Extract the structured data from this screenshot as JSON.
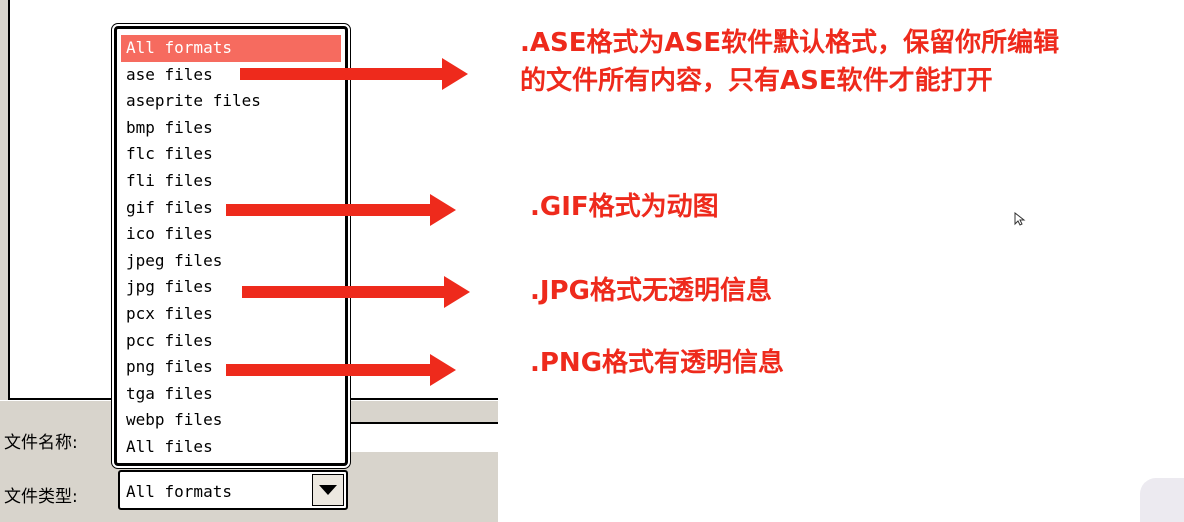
{
  "dialog": {
    "filename_label": "文件名称:",
    "filetype_label": "文件类型:",
    "filetype_value": "All formats"
  },
  "format_list": {
    "selected_index": 0,
    "items": [
      "All formats",
      "ase files",
      "aseprite files",
      "bmp files",
      "flc files",
      "fli files",
      "gif files",
      "ico files",
      "jpeg files",
      "jpg files",
      "pcx files",
      "pcc files",
      "png files",
      "tga files",
      "webp files",
      "All files"
    ]
  },
  "annotations": {
    "ase_note_line1": ".ASE格式为ASE软件默认格式，保留你所编辑",
    "ase_note_line2": "的文件所有内容，只有ASE软件才能打开",
    "gif_note": ".GIF格式为动图",
    "jpg_note": ".JPG格式无透明信息",
    "png_note": ".PNG格式有透明信息"
  },
  "colors": {
    "annotation": "#ee2a1c",
    "selection": "#f66b5f",
    "dialog_bg": "#d8d4cc"
  },
  "icons": {
    "dropdown": "triangle-down-icon",
    "cursor": "mouse-pointer-icon"
  }
}
